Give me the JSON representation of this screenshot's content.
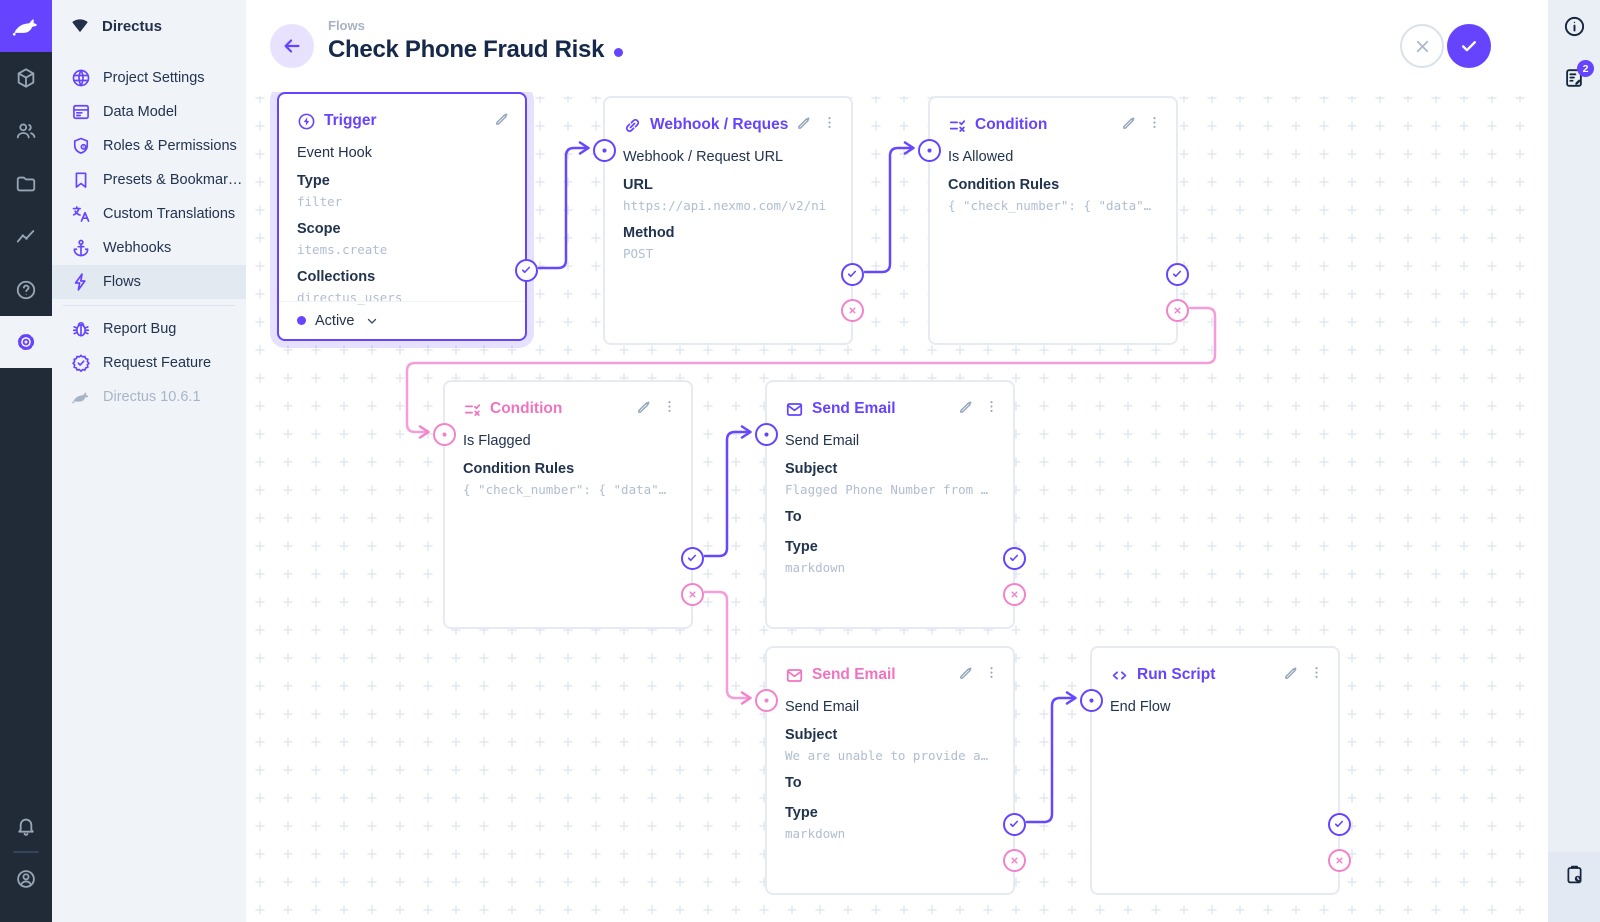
{
  "colors": {
    "accent": "#6644FF",
    "reject_pink": "#F283CB",
    "module_bar_bg": "#212B38"
  },
  "module_bar": {
    "items": [
      {
        "name": "content",
        "icon": "box-icon"
      },
      {
        "name": "user-directory",
        "icon": "users-icon"
      },
      {
        "name": "file-library",
        "icon": "folder-icon"
      },
      {
        "name": "insights",
        "icon": "activity-icon"
      },
      {
        "name": "documentation",
        "icon": "help-icon"
      },
      {
        "name": "settings",
        "icon": "gear-icon",
        "active": true
      }
    ]
  },
  "nav": {
    "app_title": "Directus",
    "items": [
      {
        "label": "Project Settings",
        "icon": "globe-icon"
      },
      {
        "label": "Data Model",
        "icon": "data-model-icon"
      },
      {
        "label": "Roles & Permissions",
        "icon": "shield-icon"
      },
      {
        "label": "Presets & Bookmar…",
        "icon": "bookmark-icon"
      },
      {
        "label": "Custom Translations",
        "icon": "translate-icon"
      },
      {
        "label": "Webhooks",
        "icon": "anchor-icon"
      },
      {
        "label": "Flows",
        "icon": "bolt-icon",
        "active": true
      }
    ],
    "footer_items": [
      {
        "label": "Report Bug",
        "icon": "bug-icon"
      },
      {
        "label": "Request Feature",
        "icon": "badge-check-icon"
      }
    ],
    "version": "Directus 10.6.1"
  },
  "header": {
    "breadcrumb": "Flows",
    "title": "Check Phone Fraud Risk"
  },
  "rail": {
    "notices_badge": "2"
  },
  "flow": {
    "nodes": [
      {
        "id": "trigger",
        "title": "Trigger",
        "name": "Event Hook",
        "status": "Active",
        "fields": [
          {
            "label": "Type",
            "value": "filter"
          },
          {
            "label": "Scope",
            "value": "items.create"
          },
          {
            "label": "Collections",
            "value": "directus_users"
          }
        ]
      },
      {
        "id": "webhook",
        "title": "Webhook / Request URL",
        "name": "Webhook / Request URL",
        "fields": [
          {
            "label": "URL",
            "value": "https://api.nexmo.com/v2/ni"
          },
          {
            "label": "Method",
            "value": "POST"
          }
        ]
      },
      {
        "id": "condition-allowed",
        "title": "Condition",
        "name": "Is Allowed",
        "fields": [
          {
            "label": "Condition Rules",
            "value": "{ \"check_number\": { \"data\"…"
          }
        ]
      },
      {
        "id": "condition-flagged",
        "title": "Condition",
        "name": "Is Flagged",
        "fields": [
          {
            "label": "Condition Rules",
            "value": "{ \"check_number\": { \"data\"…"
          }
        ]
      },
      {
        "id": "send-email-flagged",
        "title": "Send Email",
        "name": "Send Email",
        "fields": [
          {
            "label": "Subject",
            "value": "Flagged Phone Number from …"
          },
          {
            "label": "To",
            "value": ""
          },
          {
            "label": "Type",
            "value": "markdown"
          }
        ]
      },
      {
        "id": "send-email-unable",
        "title": "Send Email",
        "name": "Send Email",
        "fields": [
          {
            "label": "Subject",
            "value": "We are unable to provide a…"
          },
          {
            "label": "To",
            "value": ""
          },
          {
            "label": "Type",
            "value": "markdown"
          }
        ]
      },
      {
        "id": "run-script",
        "title": "Run Script",
        "name": "End Flow",
        "fields": []
      }
    ]
  }
}
